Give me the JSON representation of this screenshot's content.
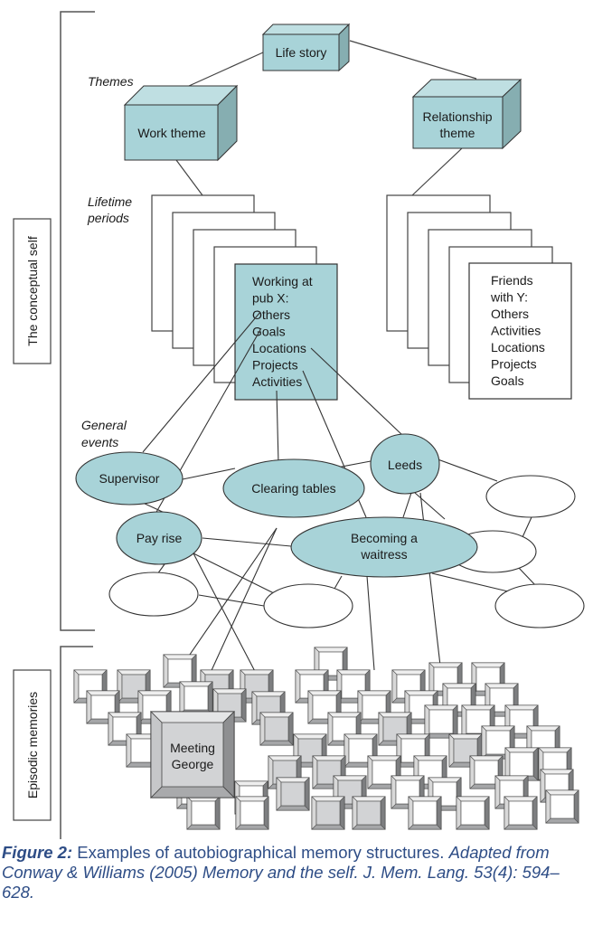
{
  "diagram": {
    "brackets": {
      "conceptual_self": "The conceptual self",
      "episodic_memories": "Episodic memories"
    },
    "section_labels": {
      "themes": "Themes",
      "lifetime_periods": [
        "Lifetime",
        "periods"
      ],
      "general_events": [
        "General",
        "events"
      ]
    },
    "life_story": "Life story",
    "themes": [
      {
        "id": "work",
        "lines": [
          "Work theme"
        ]
      },
      {
        "id": "relationship",
        "lines": [
          "Relationship",
          "theme"
        ]
      }
    ],
    "lifetime_periods": {
      "work": {
        "lines": [
          "Working at",
          "pub X:",
          "Others",
          "Goals",
          "Locations",
          "Projects",
          "Activities"
        ],
        "highlighted": true
      },
      "relationship": {
        "lines": [
          "Friends",
          "with Y:",
          "Others",
          "Activities",
          "Locations",
          "Projects",
          "Goals"
        ],
        "highlighted": false
      }
    },
    "general_events": [
      {
        "id": "supervisor",
        "lines": [
          "Supervisor"
        ],
        "highlighted": true
      },
      {
        "id": "clearing-tables",
        "lines": [
          "Clearing tables"
        ],
        "highlighted": true
      },
      {
        "id": "leeds",
        "lines": [
          "Leeds"
        ],
        "highlighted": true
      },
      {
        "id": "pay-rise",
        "lines": [
          "Pay rise"
        ],
        "highlighted": true
      },
      {
        "id": "becoming-waitress",
        "lines": [
          "Becoming a",
          "waitress"
        ],
        "highlighted": true
      },
      {
        "id": "unlabeled-1",
        "lines": [],
        "highlighted": false
      },
      {
        "id": "unlabeled-2",
        "lines": [],
        "highlighted": false
      },
      {
        "id": "unlabeled-3",
        "lines": [],
        "highlighted": false
      },
      {
        "id": "unlabeled-4",
        "lines": [],
        "highlighted": false
      },
      {
        "id": "unlabeled-5",
        "lines": [],
        "highlighted": false
      }
    ],
    "episodic_memory_focus": [
      "Meeting",
      "George"
    ],
    "colors": {
      "theme_fill": "#a8d3d8",
      "theme_top": "#bfdfe2",
      "theme_side": "#86aeb1",
      "episode_gray": "#d2d3d5",
      "stroke": "#333333"
    }
  },
  "caption": {
    "figure_label": "Figure 2:",
    "text": " Examples of autobiographical memory structures. ",
    "citation": "Adapted from Conway & Williams (2005) Memory and the self. J. Mem. Lang. 53(4): 594–628."
  }
}
